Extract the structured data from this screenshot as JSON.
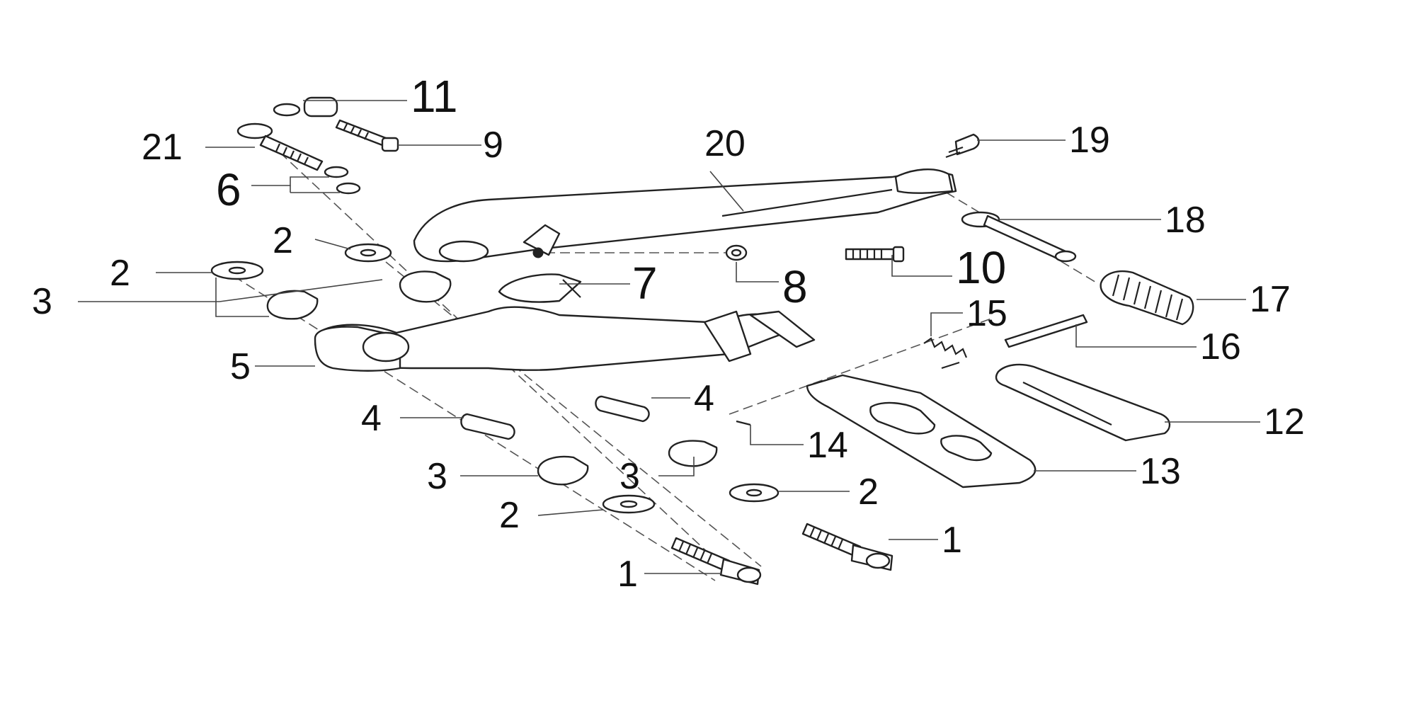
{
  "callouts": {
    "c1a": "1",
    "c1b": "1",
    "c2a": "2",
    "c2b": "2",
    "c2c": "2",
    "c2d": "2",
    "c3a": "3",
    "c3b": "3",
    "c3c": "3",
    "c4a": "4",
    "c4b": "4",
    "c5": "5",
    "c6": "6",
    "c7": "7",
    "c8": "8",
    "c9": "9",
    "c10": "10",
    "c11": "11",
    "c12": "12",
    "c13": "13",
    "c14": "14",
    "c15": "15",
    "c16": "16",
    "c17": "17",
    "c18": "18",
    "c19": "19",
    "c20": "20",
    "c21": "21"
  }
}
